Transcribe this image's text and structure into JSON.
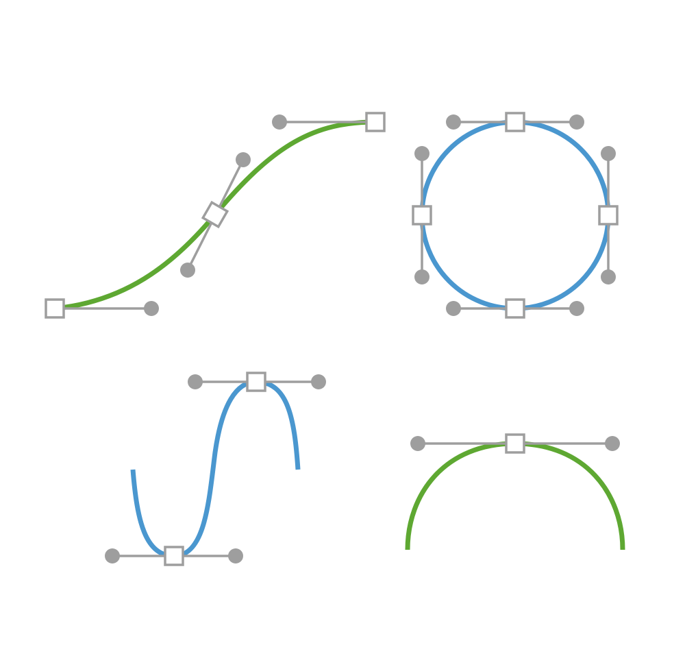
{
  "colors": {
    "green_curve": "#5ea832",
    "blue_curve": "#4a97cf",
    "handle": "#9e9e9e",
    "anchor_fill": "#ffffff",
    "background": "#ffffff"
  },
  "diagrams": [
    {
      "name": "s-curve-with-handles",
      "curve_color": "green"
    },
    {
      "name": "circle-with-handles",
      "curve_color": "blue"
    },
    {
      "name": "wave-with-handles",
      "curve_color": "blue"
    },
    {
      "name": "arch-with-handles",
      "curve_color": "green"
    }
  ]
}
